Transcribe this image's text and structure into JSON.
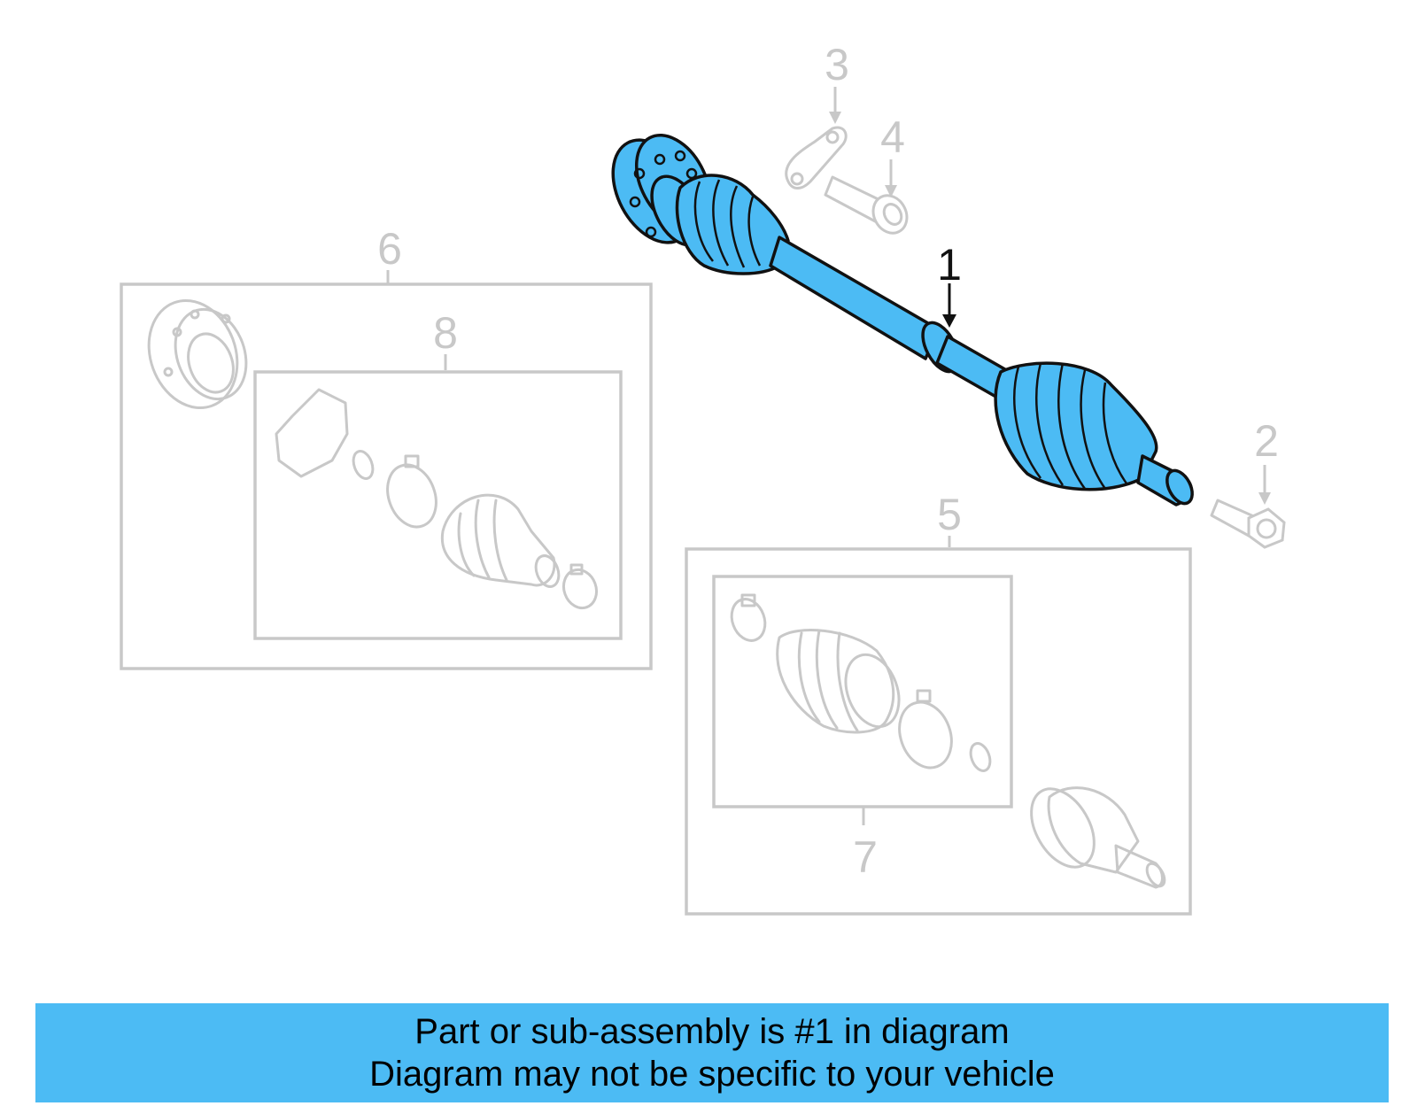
{
  "diagram": {
    "callouts": {
      "c1": "1",
      "c2": "2",
      "c3": "3",
      "c4": "4",
      "c5": "5",
      "c6": "6",
      "c7": "7",
      "c8": "8"
    },
    "highlight_color": "#4cbbf4",
    "ghost_color": "#c8c8c8"
  },
  "banner": {
    "line1": "Part or sub-assembly is #1 in diagram",
    "line2": "Diagram may not be specific to your vehicle",
    "background": "#4cbbf4"
  }
}
